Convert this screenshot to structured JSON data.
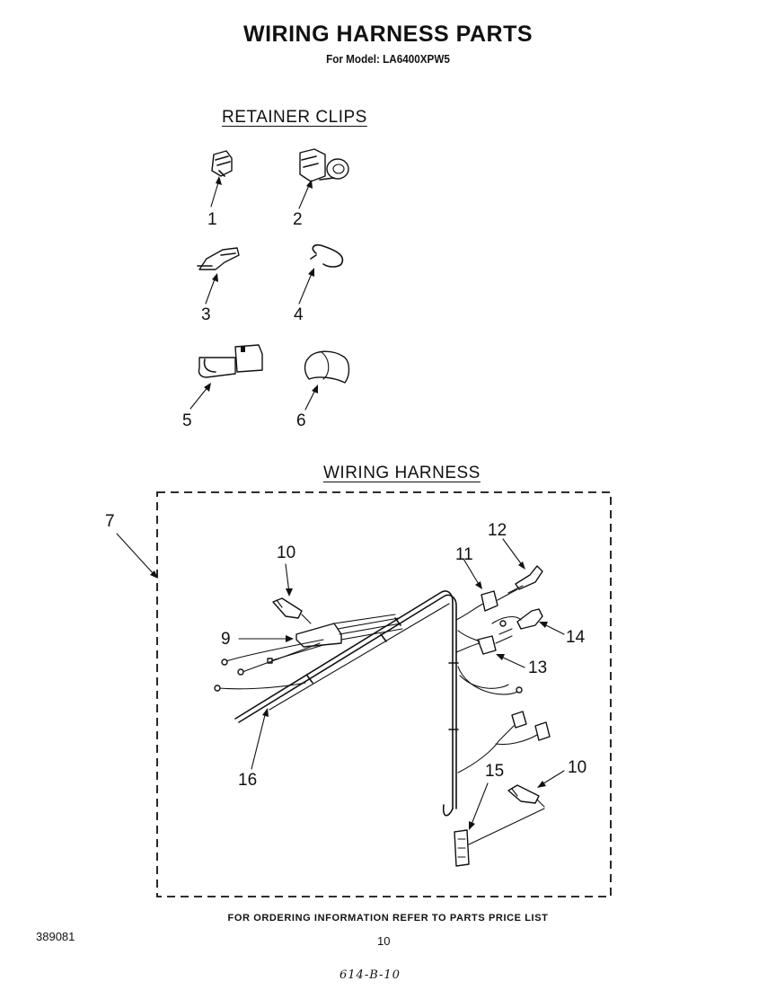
{
  "header": {
    "title": "WIRING HARNESS PARTS",
    "subtitle": "For Model: LA6400XPW5"
  },
  "sections": {
    "retainer_clips": "RETAINER CLIPS",
    "wiring_harness": "WIRING HARNESS"
  },
  "callouts": {
    "clip_1": "1",
    "clip_2": "2",
    "clip_3": "3",
    "clip_4": "4",
    "clip_5": "5",
    "clip_6": "6",
    "harness_7": "7",
    "terminal_10_left": "10",
    "connector_11": "11",
    "terminal_12": "12",
    "connector_9": "9",
    "terminal_14": "14",
    "connector_13": "13",
    "sleeve_16": "16",
    "connector_15": "15",
    "terminal_10_right": "10"
  },
  "footer": {
    "ordering_note": "FOR ORDERING INFORMATION REFER TO PARTS PRICE LIST",
    "doc_number": "389081",
    "page_number": "10",
    "handwritten_code": "614-B-10"
  }
}
